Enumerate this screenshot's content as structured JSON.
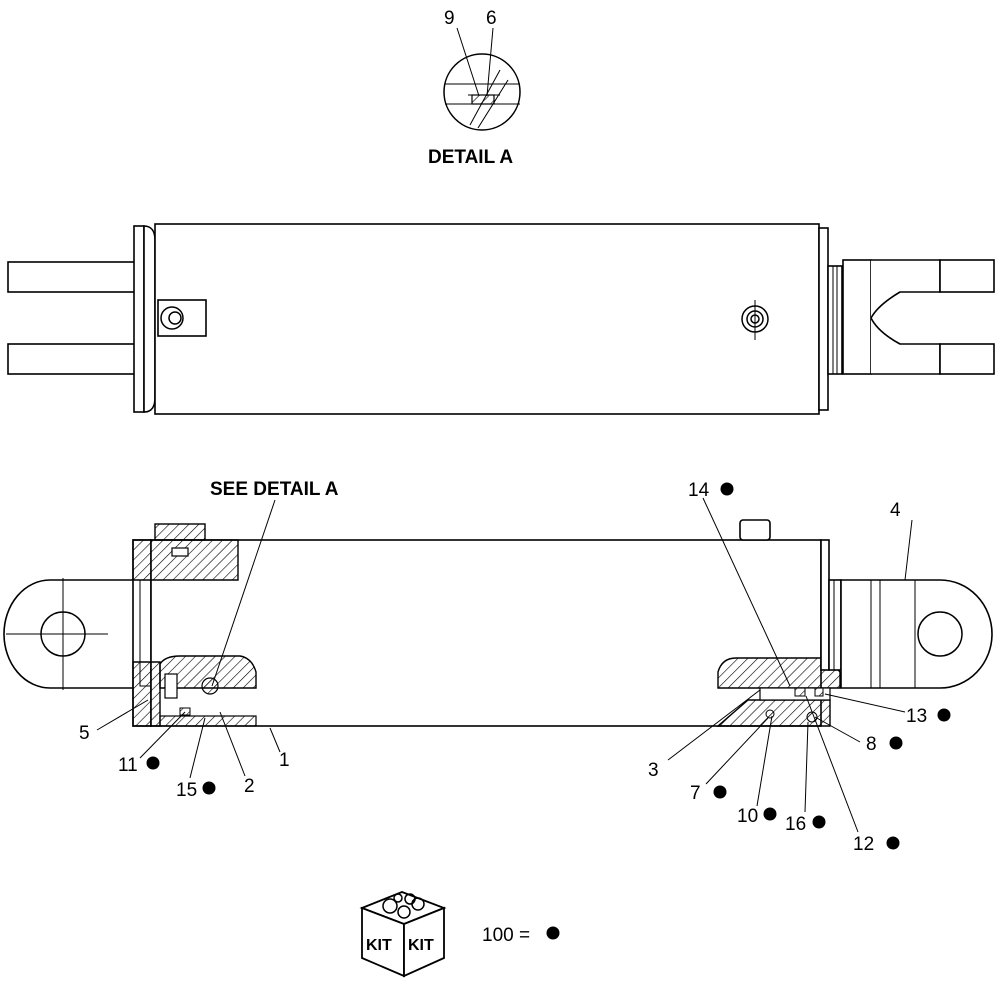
{
  "detail": {
    "title": "DETAIL A",
    "callouts": [
      "9",
      "6"
    ]
  },
  "section": {
    "see_detail": "SEE DETAIL A"
  },
  "callouts": [
    {
      "id": "c14",
      "text": "14",
      "kit": true
    },
    {
      "id": "c4",
      "text": "4",
      "kit": false
    },
    {
      "id": "c13",
      "text": "13",
      "kit": true
    },
    {
      "id": "c8",
      "text": "8",
      "kit": true
    },
    {
      "id": "c5",
      "text": "5",
      "kit": false
    },
    {
      "id": "c11",
      "text": "11",
      "kit": true
    },
    {
      "id": "c15",
      "text": "15",
      "kit": true
    },
    {
      "id": "c2",
      "text": "2",
      "kit": false
    },
    {
      "id": "c1",
      "text": "1",
      "kit": false
    },
    {
      "id": "c3",
      "text": "3",
      "kit": false
    },
    {
      "id": "c7",
      "text": "7",
      "kit": true
    },
    {
      "id": "c10",
      "text": "10",
      "kit": true
    },
    {
      "id": "c16",
      "text": "16",
      "kit": true
    },
    {
      "id": "c12",
      "text": "12",
      "kit": true
    }
  ],
  "legend": {
    "kit_label_left": "KIT",
    "kit_label_right": "KIT",
    "code": "100 =",
    "icon": "filled-dot-icon"
  }
}
